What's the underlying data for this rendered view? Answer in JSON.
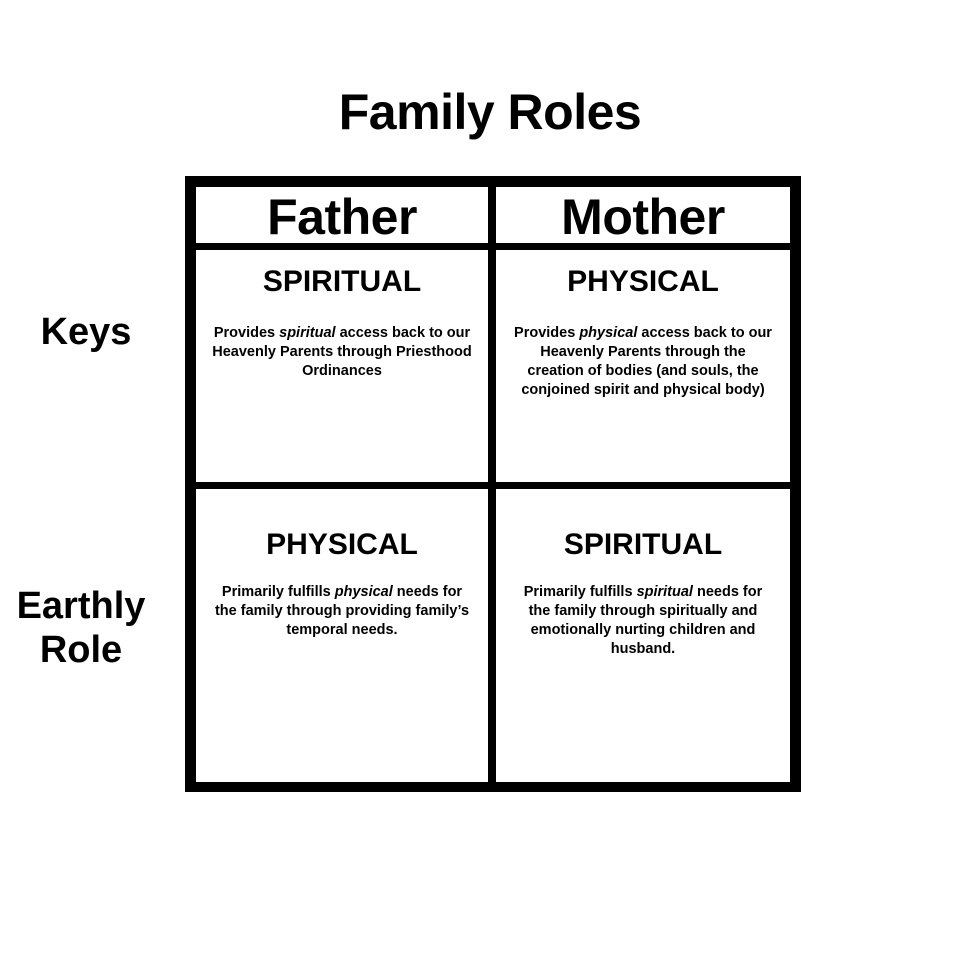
{
  "title": "Family Roles",
  "columns": [
    "Father",
    "Mother"
  ],
  "rows": {
    "keys": {
      "label": "Keys",
      "father": {
        "heading": "SPIRITUAL",
        "text_before": "Provides ",
        "text_emphasis": "spiritual",
        "text_after": " access back to our Heavenly Parents through Priesthood Ordinances"
      },
      "mother": {
        "heading": "PHYSICAL",
        "text_before": "Provides ",
        "text_emphasis": "physical",
        "text_after": " access back to our Heavenly Parents through the creation of bodies (and souls, the conjoined spirit and physical body)"
      }
    },
    "earthly": {
      "label_line1": "Earthly",
      "label_line2": "Role",
      "father": {
        "heading": "PHYSICAL",
        "text_before": "Primarily fulfills ",
        "text_emphasis": "physical",
        "text_after": " needs for the family through providing family’s temporal needs."
      },
      "mother": {
        "heading": "SPIRITUAL",
        "text_before": "Primarily fulfills ",
        "text_emphasis": "spiritual",
        "text_after": " needs for the family through spiritually and emotionally nurting children and husband."
      }
    }
  }
}
